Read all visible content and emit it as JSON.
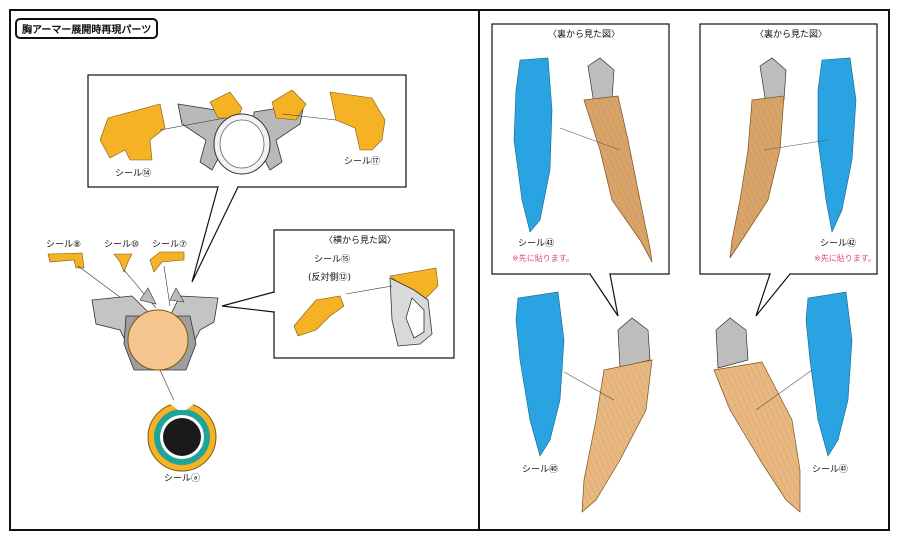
{
  "title": "胸アーマー展開時再現パーツ",
  "left": {
    "callout_top": {
      "labels": {
        "s14": "シール⑭",
        "s17": "シール⑰"
      }
    },
    "top_labels": {
      "s8": "シール⑧",
      "s10": "シール⑩",
      "s7": "シール⑦"
    },
    "side_view": {
      "caption": "〈横から見た図〉",
      "label_line1": "シール⑮",
      "label_line2": "(反対側⑫)"
    },
    "bottom_label": "シールⓐ"
  },
  "right": {
    "panel_left": {
      "caption": "〈裏から見た図〉",
      "label": "シール㊸",
      "note": "※先に貼ります。"
    },
    "panel_right": {
      "caption": "〈裏から見た図〉",
      "label": "シール㊷",
      "note": "※先に貼ります。"
    },
    "bottom_left_label": "シール㊵",
    "bottom_right_label": "シール㊶"
  },
  "colors": {
    "orange": "#f4b224",
    "blue": "#2aa4e2",
    "tan": "#d8a46a",
    "teal": "#20a39a",
    "silver": "#d9d9d9"
  }
}
